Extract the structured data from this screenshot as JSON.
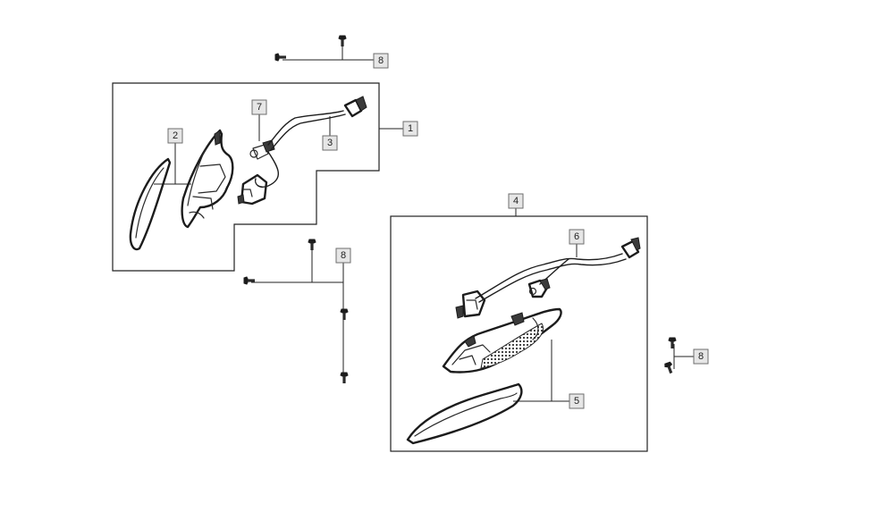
{
  "callouts": {
    "c1": "1",
    "c2": "2",
    "c3": "3",
    "c4": "4",
    "c5": "5",
    "c6": "6",
    "c7": "7",
    "c8_top": "8",
    "c8_middle": "8",
    "c8_right": "8"
  }
}
